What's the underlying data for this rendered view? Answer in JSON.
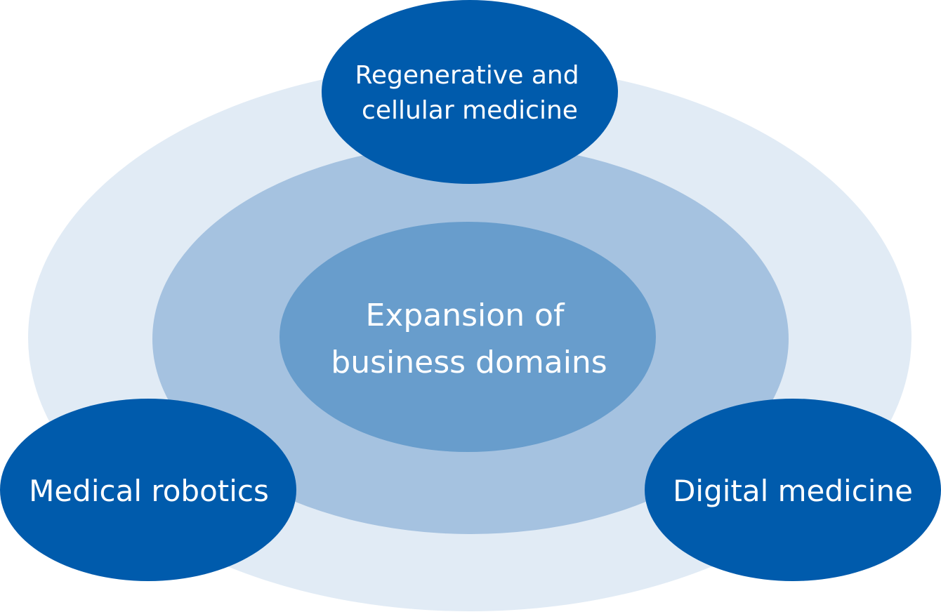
{
  "diagram": {
    "center": {
      "line1": "Expansion of",
      "line2": "business domains"
    },
    "top": {
      "line1": "Regenerative and",
      "line2": "cellular medicine"
    },
    "left": {
      "label": "Medical robotics"
    },
    "right": {
      "label": "Digital medicine"
    }
  },
  "colors": {
    "outer_ring": "#e1ebf5",
    "middle_ring": "#a5c2e0",
    "inner_core": "#689dcc",
    "satellite": "#005bac",
    "text": "#ffffff"
  }
}
